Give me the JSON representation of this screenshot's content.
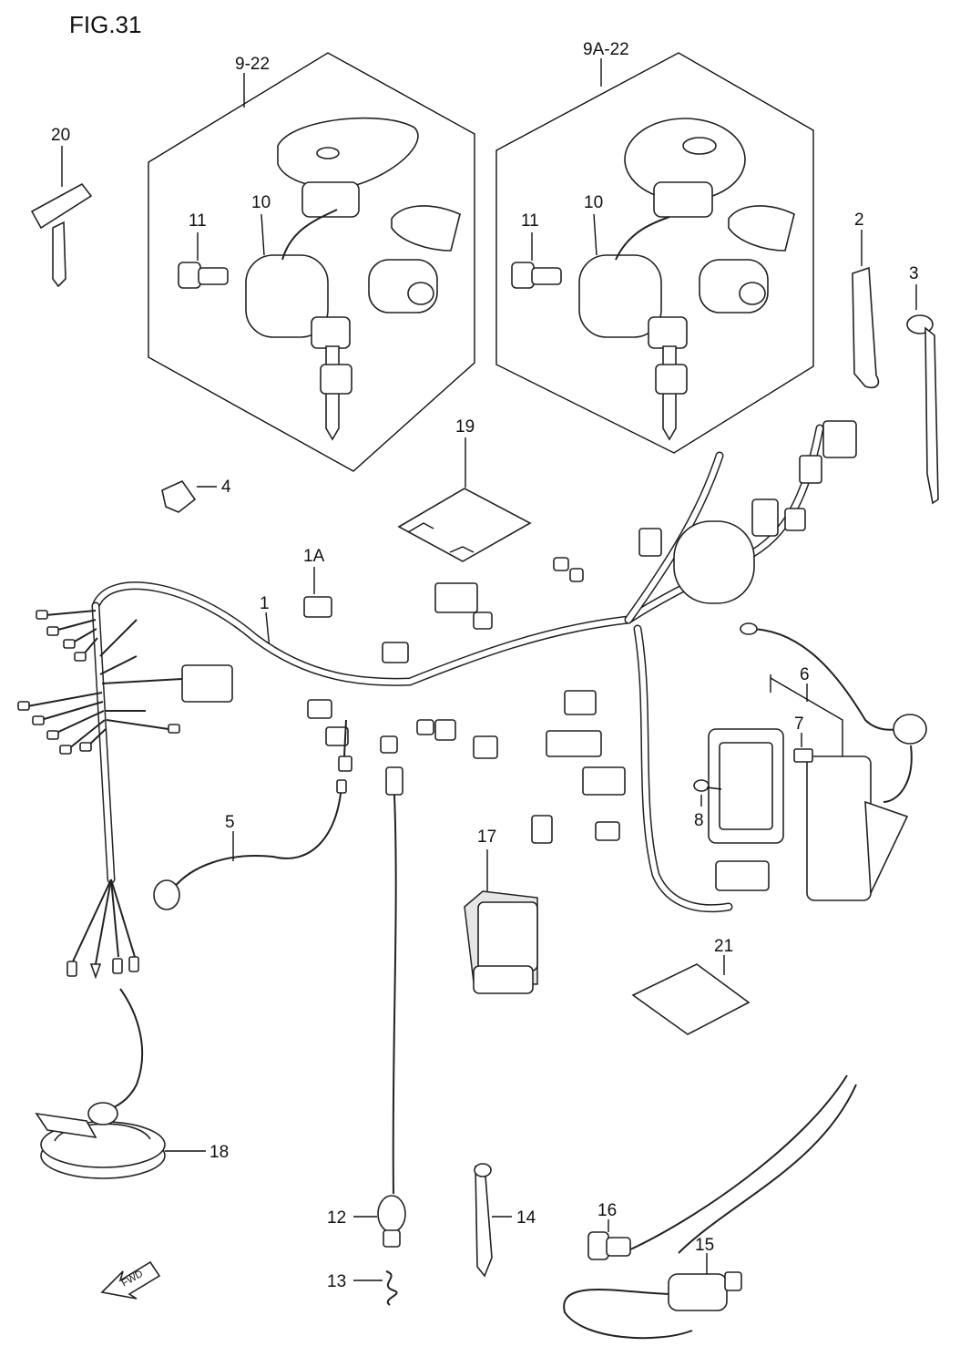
{
  "figure": {
    "title": "FIG.31"
  },
  "callouts": {
    "set_9_22": "9-22",
    "set_9A_22": "9A-22",
    "p1": "1",
    "p1A": "1A",
    "p2": "2",
    "p3": "3",
    "p4": "4",
    "p5": "5",
    "p6": "6",
    "p7": "7",
    "p8": "8",
    "p10a": "10",
    "p11a": "11",
    "p10b": "10",
    "p11b": "11",
    "p12": "12",
    "p13": "13",
    "p14": "14",
    "p15": "15",
    "p16": "16",
    "p17": "17",
    "p18": "18",
    "p19": "19",
    "p20": "20",
    "p21": "21"
  },
  "fwd_arrow": {
    "text": "FWD"
  }
}
